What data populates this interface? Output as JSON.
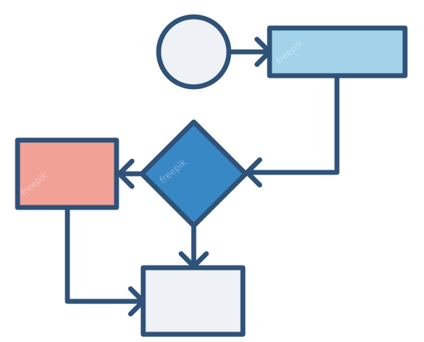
{
  "diagram": {
    "type": "flowchart",
    "colors": {
      "stroke": "#2f5278",
      "start_fill": "#eef2f6",
      "process_fill": "#a3d3eb",
      "decision_fill": "#3988c6",
      "alternate_fill": "#f2a197",
      "end_fill": "#eef2f6"
    },
    "nodes": [
      {
        "id": "start",
        "shape": "circle"
      },
      {
        "id": "process",
        "shape": "rectangle"
      },
      {
        "id": "decision",
        "shape": "diamond"
      },
      {
        "id": "alternate",
        "shape": "rectangle"
      },
      {
        "id": "end",
        "shape": "rectangle"
      }
    ],
    "edges": [
      {
        "from": "start",
        "to": "process"
      },
      {
        "from": "process",
        "to": "decision"
      },
      {
        "from": "decision",
        "to": "alternate"
      },
      {
        "from": "decision",
        "to": "end"
      },
      {
        "from": "alternate",
        "to": "end"
      }
    ],
    "watermark": "freepik"
  }
}
